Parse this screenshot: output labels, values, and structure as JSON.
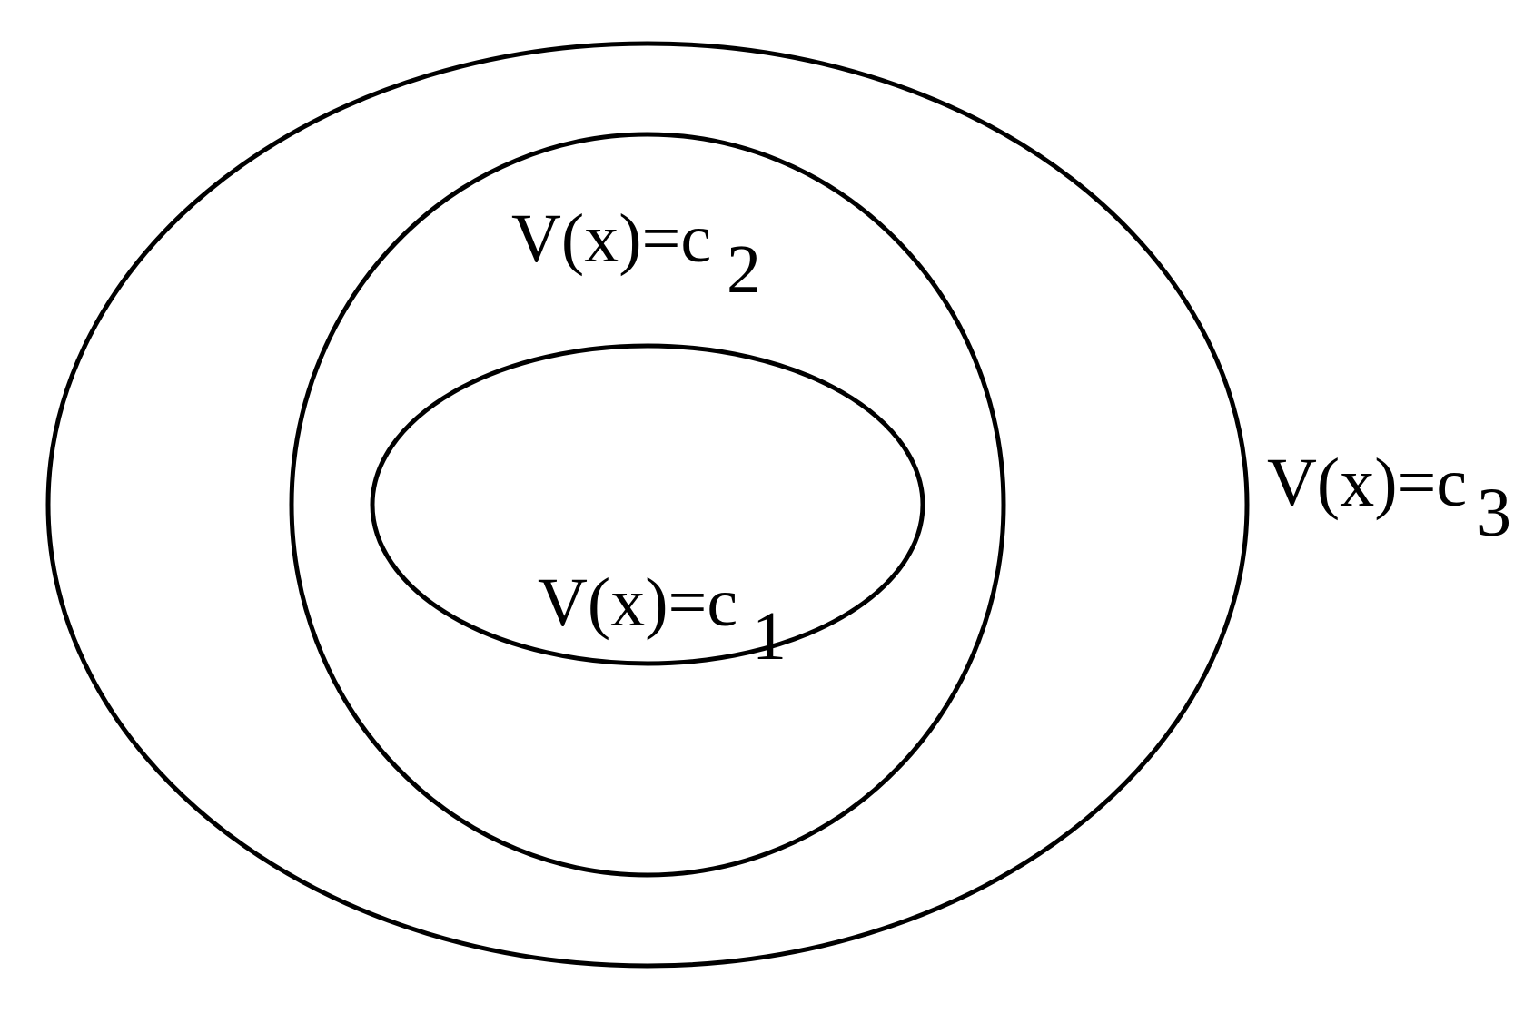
{
  "diagram": {
    "level_sets": [
      {
        "label": "V(x)=c",
        "subscript": "1"
      },
      {
        "label": "V(x)=c",
        "subscript": "2"
      },
      {
        "label": "V(x)=c",
        "subscript": "3"
      }
    ],
    "colors": {
      "stroke": "#000000",
      "background": "#ffffff"
    }
  }
}
